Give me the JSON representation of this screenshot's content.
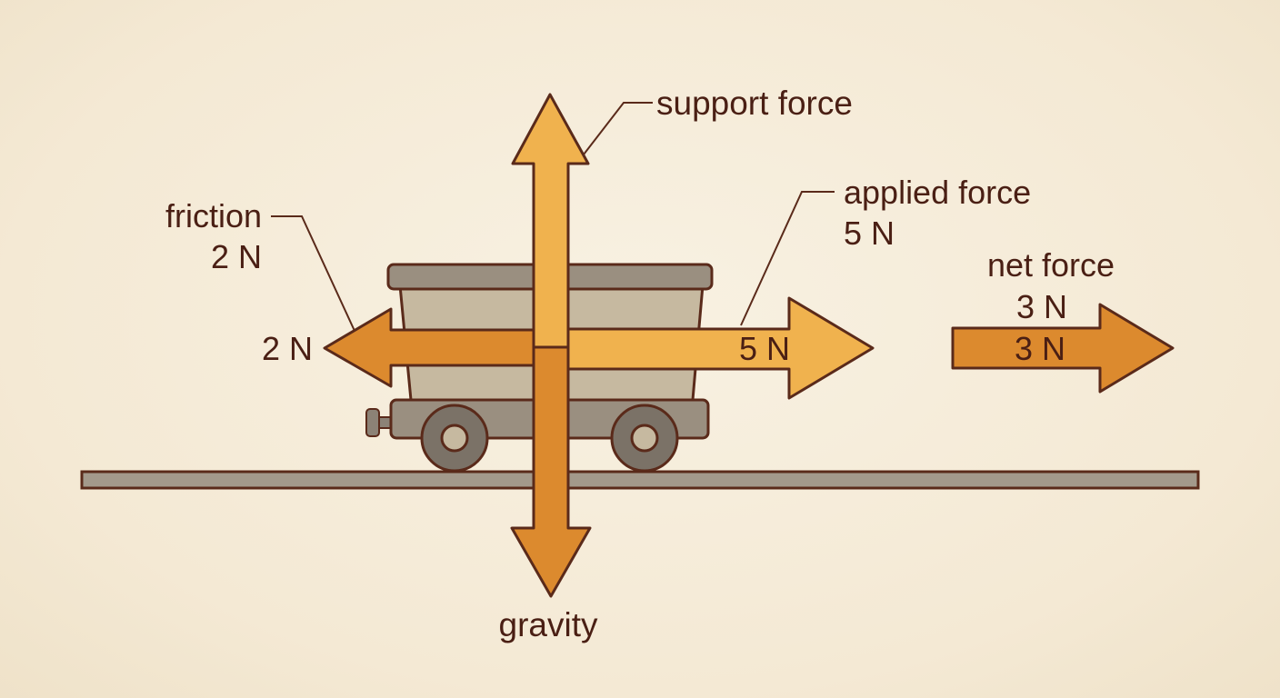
{
  "labels": {
    "support_force": "support force",
    "gravity": "gravity",
    "friction_name": "friction",
    "friction_value": "2 N",
    "applied_name": "applied force",
    "applied_value": "5 N",
    "net_name": "net force",
    "net_value": "3 N"
  },
  "arrow_values": {
    "friction": "2 N",
    "applied": "5 N",
    "net": "3 N"
  },
  "colors": {
    "background": "#f6eddb",
    "outline": "#5a2a1a",
    "arrow_light": "#f0b24e",
    "arrow_dark": "#dc8a2e",
    "cart_dark": "#9a8f80",
    "cart_light": "#c6b9a0",
    "cart_wheel": "#7b7267",
    "ground": "#a3998b"
  }
}
